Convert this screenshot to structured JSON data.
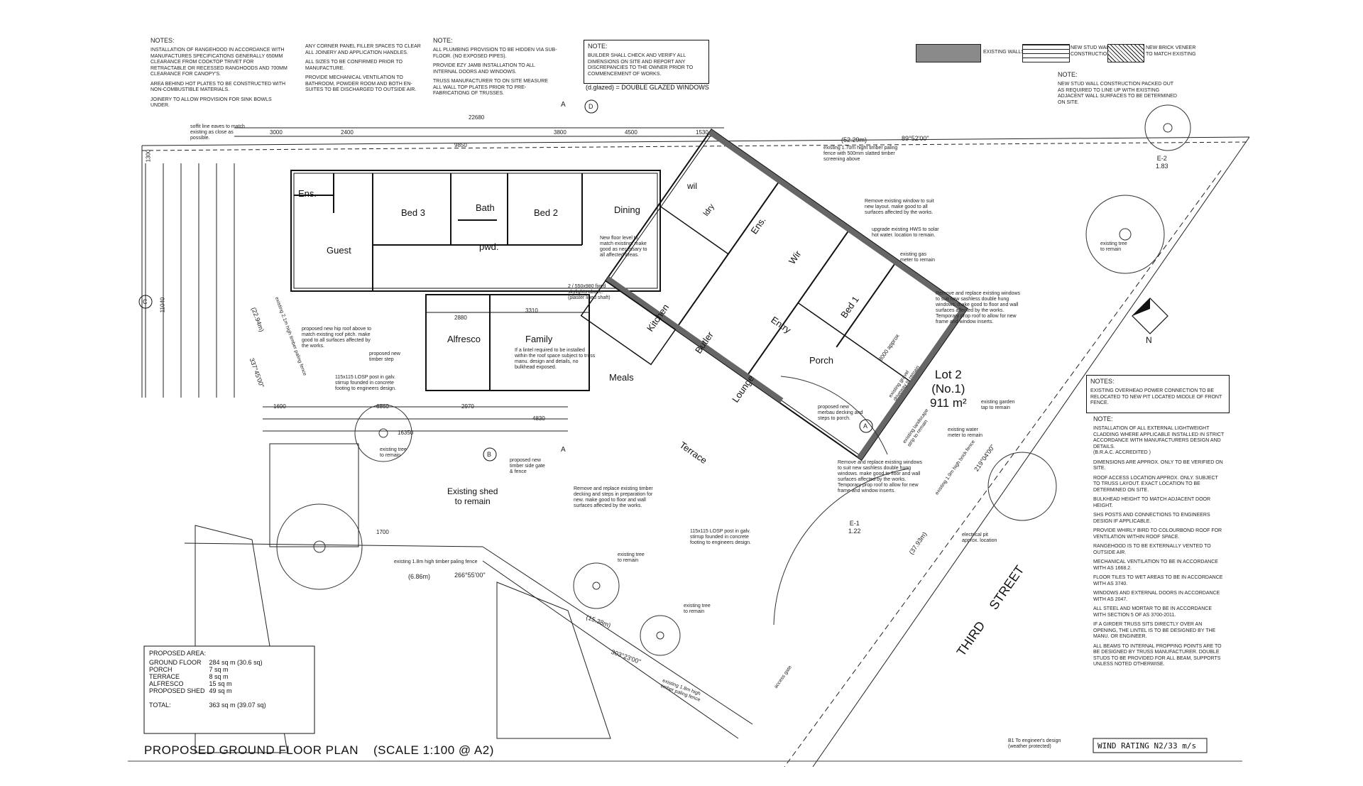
{
  "title": "PROPOSED GROUND FLOOR PLAN",
  "scale": "(SCALE 1:100 @ A2)",
  "wind_rating": "WIND RATING N2/33 m/s",
  "notes_1": {
    "heading": "NOTES:",
    "items": [
      "INSTALLATION OF RANGEHOOD IN ACCORDANCE WITH MANUFACTURES SPECIFICATIONS GENERALLY 650mm CLEARANCE FROM COOKTOP TRIVET FOR RETRACTABLE OR RECESSED RANGHOODS AND 700mm CLEARANCE FOR CANOPY'S.",
      "AREA BEHIND HOT PLATES TO BE CONSTRUCTED WITH NON-COMBUSTIBLE MATERIALS.",
      "JOINERY TO ALLOW PROVISION FOR SINK BOWLS UNDER."
    ]
  },
  "notes_2": {
    "items": [
      "ANY CORNER PANEL FILLER SPACES TO CLEAR ALL JOINERY AND APPLICATION HANDLES.",
      "ALL SIZES TO BE CONFIRMED PRIOR TO MANUFACTURE.",
      "PROVIDE MECHANICAL VENTILATION TO BATHROOM, POWDER ROOM AND BOTH EN-SUITES TO BE DISCHARGED TO OUTSIDE AIR."
    ]
  },
  "notes_3": {
    "heading": "NOTE:",
    "items": [
      "ALL PLUMBING PROVISION TO BE HIDDEN VIA SUB-FLOOR. (NO EXPOSED PIPES).",
      "PROVIDE EZY JAMB INSTALLATION TO ALL INTERNAL DOORS AND WINDOWS.",
      "TRUSS MANUFACTURER TO ON SITE MEASURE ALL WALL TOP PLATES PRIOR TO PRE-FABRICATIONG OF TRUSSES."
    ]
  },
  "notes_4": {
    "heading": "NOTE:",
    "text": "BUILDER SHALL CHECK AND VERIFY ALL DIMENSIONS ON SITE AND REPORT ANY DISCREPANCIES TO THE OWNER PRIOR TO COMMENCEMENT OF WORKS.",
    "glazed": "(d.glazed) = DOUBLE GLAZED WINDOWS"
  },
  "legend": {
    "existing": "EXISTING WALLS",
    "new_stud": "NEW STUD WALL\nCONSTRUCTION",
    "new_brick": "NEW BRICK VENEER\nTO MATCH EXISTING",
    "note_heading": "NOTE:",
    "note_text": "NEW STUD WALL CONSTRUCTION PACKED OUT AS REQUIRED TO LINE UP WITH EXISTING ADJACENT WALL SURFACES TO BE DETERMINED ON SITE."
  },
  "notes_power": {
    "heading": "NOTES:",
    "text": "EXISTING OVERHEAD POWER CONNECTION TO BE RELOCATED TO NEW PIT LOCATED MIDDLE OF FRONT FENCE."
  },
  "notes_right": {
    "heading": "NOTE:",
    "items": [
      "INSTALLATION OF ALL EXTERNAL LIGHTWEIGHT CLADDING WHERE APPLICABLE INSTALLED IN STRICT ACCORDANCE WITH MANUFACTURERS DESIGN AND DETAILS.\n(B.R.A.C.    ACCREDITED )",
      "DIMENSIONS ARE APPROX. ONLY TO BE VERIFIED ON SITE.",
      "ROOF ACCESS LOCATION APPROX. ONLY. SUBJECT TO TRUSS LAYOUT. EXACT LOCATION TO BE DETERMINED ON SITE.",
      "BULKHEAD HEIGHT TO MATCH ADJACENT DOOR HEIGHT.",
      "SHS POSTS AND CONNECTIONS TO ENGINEERS DESIGN IF APPLICABLE.",
      "PROVIDE WHIRLY BIRD TO COLOURBOND ROOF FOR VENTILATION WITHIN ROOF SPACE.",
      "RANGEHOOD IS TO BE EXTERNALLY VENTED TO OUTSIDE AIR.",
      "MECHANICAL VENTILATION TO BE IN ACCORDANCE WITH AS 1668.2.",
      "FLOOR TILES TO WET AREAS TO BE IN ACCORDANCE WITH AS 3740.",
      "WINDOWS AND EXTERNAL DOORS IN ACCORDANCE WITH AS 2047.",
      "ALL STEEL AND MORTAR TO BE IN ACCORDANCE WITH SECTION 5 OF AS 3700-2011.",
      "IF A GIRDER TRUSS SITS DIRECTLY OVER AN OPENING, THE LINTEL IS TO BE DESIGNED BY THE MANU. OR ENGINEER.",
      "ALL BEAMS TO INTERNAL PROPPING POINTS ARE TO BE DESIGNED BY TRUSS MANUFACTURER. DOUBLE STUDS TO BE PROVIDED FOR ALL BEAM, SUPPORTS UNLESS NOTED OTHERWISE."
    ]
  },
  "b1_note": "B1   To engineer's design\n       (weather protected)",
  "proposed_area": {
    "heading": "PROPOSED  AREA:",
    "rows": [
      {
        "label": "GROUND FLOOR",
        "value": "284 sq m  (30.6 sq)"
      },
      {
        "label": "PORCH",
        "value": "7 sq m"
      },
      {
        "label": "TERRACE",
        "value": "8 sq m"
      },
      {
        "label": "ALFRESCO",
        "value": "15 sq m"
      },
      {
        "label": "PROPOSED SHED",
        "value": "49 sq m"
      }
    ],
    "total_label": "TOTAL:",
    "total_value": "363 sq m  (39.07 sq)"
  },
  "rooms": {
    "ens1": "Ens.",
    "bed3": "Bed 3",
    "bath": "Bath",
    "bed2": "Bed 2",
    "dining": "Dining",
    "guest": "Guest",
    "pwd": "pwd.",
    "alfresco": "Alfresco",
    "family": "Family",
    "meals": "Meals",
    "kitchen": "Kitchen",
    "butler": "Butler",
    "lounge": "Lounge",
    "entry": "Entry",
    "porch": "Porch",
    "bed1": "Bed 1",
    "wir": "Wir",
    "ens2": "Ens.",
    "wil": "wil",
    "ldry": "ldry",
    "terrace": "Terrace"
  },
  "site": {
    "lot": "Lot 2",
    "lot_no": "(No.1)",
    "lot_area": "911 m²",
    "street": "THIRD     STREET",
    "shed": "Existing shed\nto remain",
    "north": "N",
    "e2": "E-2\n1.83",
    "e1": "E-1\n1.22",
    "bearing_top": "89°52'00\"",
    "dist_top": "(52.29m)",
    "bearing_left": "337°45'00\"",
    "dist_left": "(22.94m)",
    "bearing_right": "219°04'00\"",
    "dist_right": "(37.93m)",
    "bearing_bottom": "303°23'00\"",
    "dist_bottom": "(15.38m)",
    "bearing_mid": "266°55'00\"",
    "dist_mid": "(6.86m)",
    "fence_top": "existing 1.70m hight timber paling\nfence with 500mm slatted timber\nscreening above",
    "fence_left": "existing 2.1m high timber paling fence",
    "fence_mid": "existing 1.8m high timber paling fence",
    "fence_bottom": "existing 1.8m high\ntimber paling fence",
    "fence_right": "existing 1.9m high brick fence"
  },
  "labels": {
    "section_a": "A",
    "marker_b": "B",
    "marker_c": "C",
    "marker_d": "D",
    "marker_a2": "A",
    "dim_22680": "22680",
    "dim_9850": "9850",
    "dim_16350": "16350",
    "dim_11040": "11040",
    "dim_4830": "4830",
    "dim_2970": "2970",
    "dim_6860": "6860",
    "dim_1690": "1690",
    "dim_3310": "3310",
    "dim_2880": "2880",
    "dim_4500": "4500",
    "dim_3800": "3800",
    "dim_3000": "3000",
    "dim_2400": "2400",
    "dim_1530": "1530",
    "dim_1700": "1700",
    "dim_1300": "1300",
    "dim_8000": "8000 approx",
    "soffit": "soffit line eaves to match\nexisting as close as\npossible.",
    "hip_roof": "proposed new hip roof above to\nmatch existing roof pitch. make\ngood to all surfaces affected by\nthe works.",
    "timber_step": "proposed new\ntimber step",
    "losp_1": "115x115 LOSP post in galv.\nstirrup founded in concrete\nfooting to engineers design.",
    "losp_2": "115x115 LOSP post in galv.\nstirrup founded in concrete\nfooting to engineers design.",
    "lintel": "If a lintel required to be installed\nwithin the roof space subject to truss\nmanu. design and details, no\nbulkhead exposed.",
    "skylights": "2 / 550x980 fixed\nskylights above.\n(plaster lined shaft)",
    "floor_level": "New floor level to\nmatch existing. make\ngood as necessary to\nall affected areas.",
    "remove_window": "Remove existing window to suit\nnew layout. make good to all\nsurfaces affected by the works.",
    "hws": "upgrade existing HWS to solar\nhot water. location to remain.",
    "replace_windows_1": "Remove and replace existing windows\nto suit new sashless double hung\nwindows. make good to floor and wall\nsurfaces affected by the works.\nTemporary prop roof to allow for new\nframe and window inserts.",
    "replace_windows_2": "Remove and replace existing windows\nto suit new sashless double hung\nwindows. make good to floor and wall\nsurfaces affected by the works.\nTemporary prop roof to allow for new\nframe and window inserts.",
    "decking": "Remove and replace existing timber\ndecking and steps in preparation for\nnew. make good to floor and wall\nsurfaces affected by the works.",
    "side_gate": "proposed new\ntimber side gate\n& fence",
    "tree": "existing tree\nto remain",
    "gas_meter": "existing gas\nmeter to remain",
    "water_meter": "existing water\nmeter to remain",
    "garden_tap": "existing garden\ntap to remain",
    "elec_pit": "electrical pit\napprox. location",
    "gravel": "existing gravel\ndriveway to remain",
    "landscape": "existing landscape\nstrip to remain",
    "access_gate": "access gate",
    "porch_steps": "proposed new\nmerbau decking and\nsteps to porch."
  }
}
